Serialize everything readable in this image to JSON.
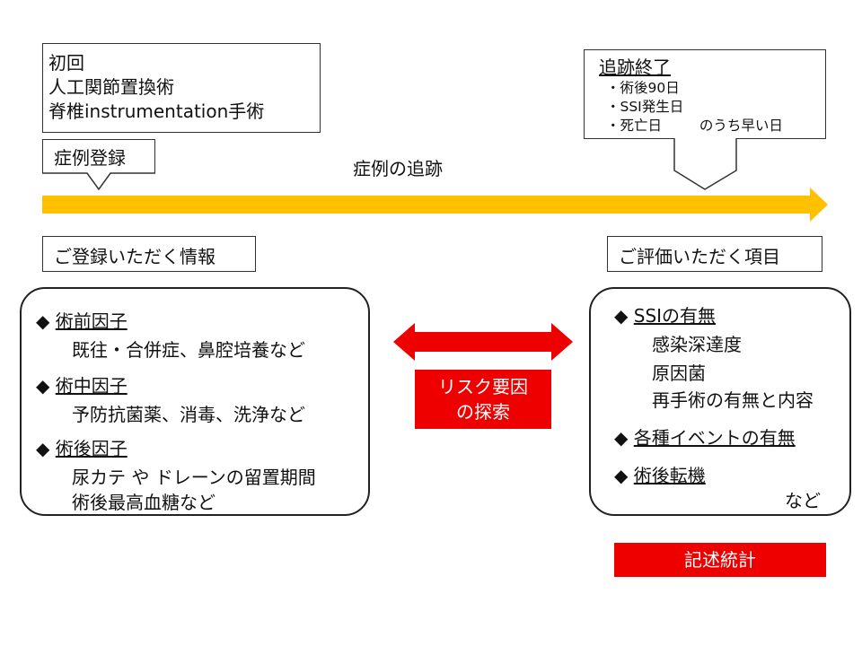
{
  "intro": {
    "lines": [
      "初回",
      "人工関節置換術",
      "脊椎instrumentation手術"
    ]
  },
  "registration_label": "症例登録",
  "follow_label": "症例の追跡",
  "end": {
    "title": "追跡終了",
    "items": [
      "・術後90日",
      "・SSI発生日",
      "・死亡日"
    ],
    "suffix": "のうち早い日"
  },
  "info_label": "ご登録いただく情報",
  "eval_label": "ご評価いただく項目",
  "left_panel": {
    "bullet": "◆",
    "sections": [
      {
        "head": "術前因子",
        "lines": [
          "既往・合併症、鼻腔培養など"
        ]
      },
      {
        "head": "術中因子",
        "lines": [
          "予防抗菌薬、消毒、洗浄など"
        ]
      },
      {
        "head": "術後因子",
        "lines": [
          "尿カテ や ドレーンの留置期間",
          "術後最高血糖など"
        ]
      }
    ]
  },
  "right_panel": {
    "bullet": "◆",
    "sections": [
      {
        "head": "SSIの有無",
        "lines": [
          "感染深達度",
          "原因菌",
          "再手術の有無と内容"
        ]
      },
      {
        "head": "各種イベントの有無",
        "lines": []
      },
      {
        "head": "術後転機",
        "lines": []
      }
    ],
    "footer": "など"
  },
  "risk": {
    "lines": [
      "リスク要因",
      "の探索"
    ]
  },
  "stats_label": "記述統計",
  "colors": {
    "timeline": "#ffc000",
    "accent_red": "#ee0000"
  }
}
